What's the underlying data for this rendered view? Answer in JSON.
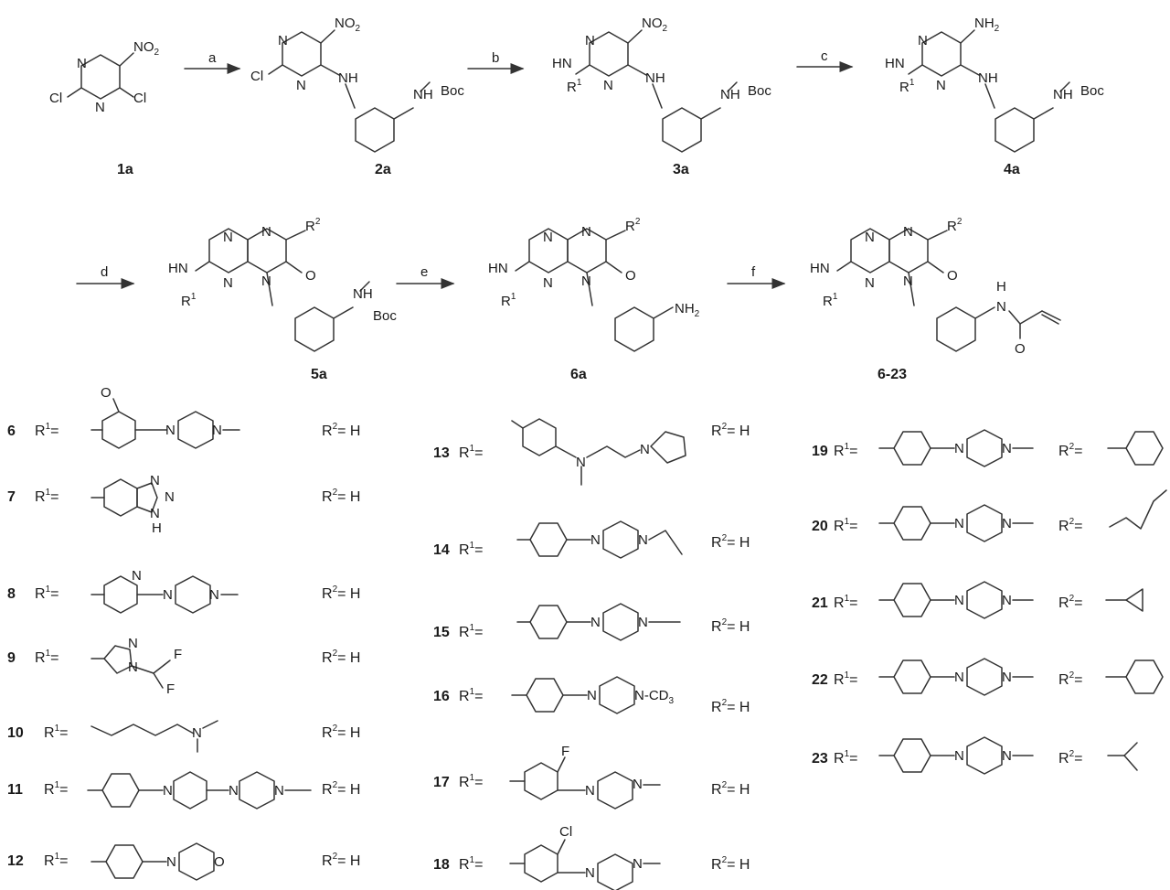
{
  "scheme": {
    "steps": [
      "a",
      "b",
      "c",
      "d",
      "e",
      "f"
    ],
    "compound_labels": {
      "c1a": "1a",
      "c2a": "2a",
      "c3a": "3a",
      "c4a": "4a",
      "c5a": "5a",
      "c6a": "6a",
      "final": "6-23"
    },
    "atoms": {
      "no2": "NO",
      "no2_sub": "2",
      "nh2": "NH",
      "nh2_sub": "2",
      "cl": "Cl",
      "n": "N",
      "nh": "NH",
      "hn": "HN",
      "o": "O",
      "h": "H",
      "boc": "Boc",
      "r": "R",
      "sup1": "1",
      "sup2": "2"
    },
    "entries": [
      {
        "id": "6",
        "r1_text": "R",
        "r2_text": "R",
        "r2_value": "= H"
      },
      {
        "id": "7",
        "r1_text": "R",
        "r2_text": "R",
        "r2_value": "= H"
      },
      {
        "id": "8",
        "r1_text": "R",
        "r2_text": "R",
        "r2_value": "= H"
      },
      {
        "id": "9",
        "r1_text": "R",
        "r2_text": "R",
        "r2_value": "= H"
      },
      {
        "id": "10",
        "r1_text": "R",
        "r2_text": "R",
        "r2_value": "= H"
      },
      {
        "id": "11",
        "r1_text": "R",
        "r2_text": "R",
        "r2_value": "= H"
      },
      {
        "id": "12",
        "r1_text": "R",
        "r2_text": "R",
        "r2_value": "= H"
      },
      {
        "id": "13",
        "r1_text": "R",
        "r2_text": "R",
        "r2_value": "= H"
      },
      {
        "id": "14",
        "r1_text": "R",
        "r2_text": "R",
        "r2_value": "= H"
      },
      {
        "id": "15",
        "r1_text": "R",
        "r2_text": "R",
        "r2_value": "= H"
      },
      {
        "id": "16",
        "r1_text": "R",
        "r2_text": "R",
        "r2_value": "= H"
      },
      {
        "id": "17",
        "r1_text": "R",
        "r2_text": "R",
        "r2_value": "= H"
      },
      {
        "id": "18",
        "r1_text": "R",
        "r2_text": "R",
        "r2_value": "= H"
      },
      {
        "id": "19",
        "r1_text": "R",
        "r2_text": "R",
        "r2_value": "="
      },
      {
        "id": "20",
        "r1_text": "R",
        "r2_text": "R",
        "r2_value": "="
      },
      {
        "id": "21",
        "r1_text": "R",
        "r2_text": "R",
        "r2_value": "="
      },
      {
        "id": "22",
        "r1_text": "R",
        "r2_text": "R",
        "r2_value": "="
      },
      {
        "id": "23",
        "r1_text": "R",
        "r2_text": "R",
        "r2_value": "="
      }
    ],
    "substituent_text": {
      "ome": "O",
      "f": "F",
      "cl": "Cl",
      "cd3": "-CD",
      "cd3_sub": "3",
      "n": "N",
      "nh": "H",
      "o": "O"
    }
  }
}
